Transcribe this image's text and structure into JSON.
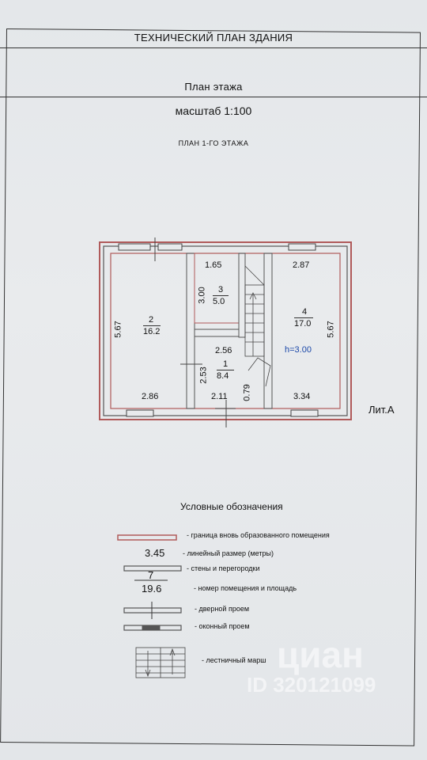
{
  "header": {
    "title": "ТЕХНИЧЕСКИЙ ПЛАН ЗДАНИЯ",
    "subtitle": "План этажа",
    "scale": "масштаб 1:100",
    "floor": "ПЛАН 1-ГО ЭТАЖА"
  },
  "plan": {
    "rooms": [
      {
        "number": "2",
        "area": "16.2"
      },
      {
        "number": "3",
        "area": "5.0"
      },
      {
        "number": "4",
        "area": "17.0"
      },
      {
        "number": "1",
        "area": "8.4"
      }
    ],
    "dims": {
      "left_height": "5.67",
      "right_height": "5.67",
      "top_mid": "1.65",
      "top_right": "2.87",
      "room3_height": "3.00",
      "hall_width": "2.56",
      "hall_height": "2.53",
      "bottom_left": "2.86",
      "bottom_mid": "2.11",
      "bottom_stair": "0.79",
      "bottom_right": "3.34"
    },
    "height_note": "h=3.00",
    "letter": "Лит.А"
  },
  "legend": {
    "title": "Условные обозначения",
    "items": [
      {
        "text": "- граница вновь образованного помещения"
      },
      {
        "sample": "3.45",
        "text": "- линейный размер (метры)"
      },
      {
        "text": "- стены и перегородки"
      },
      {
        "num": "7",
        "area": "19.6",
        "text": "- номер помещения и площадь"
      },
      {
        "text": "- дверной проем"
      },
      {
        "text": "- оконный проем"
      },
      {
        "text": "- лестничный марш"
      }
    ]
  },
  "watermark": {
    "brand": "циан",
    "id": "ID 320121099"
  }
}
